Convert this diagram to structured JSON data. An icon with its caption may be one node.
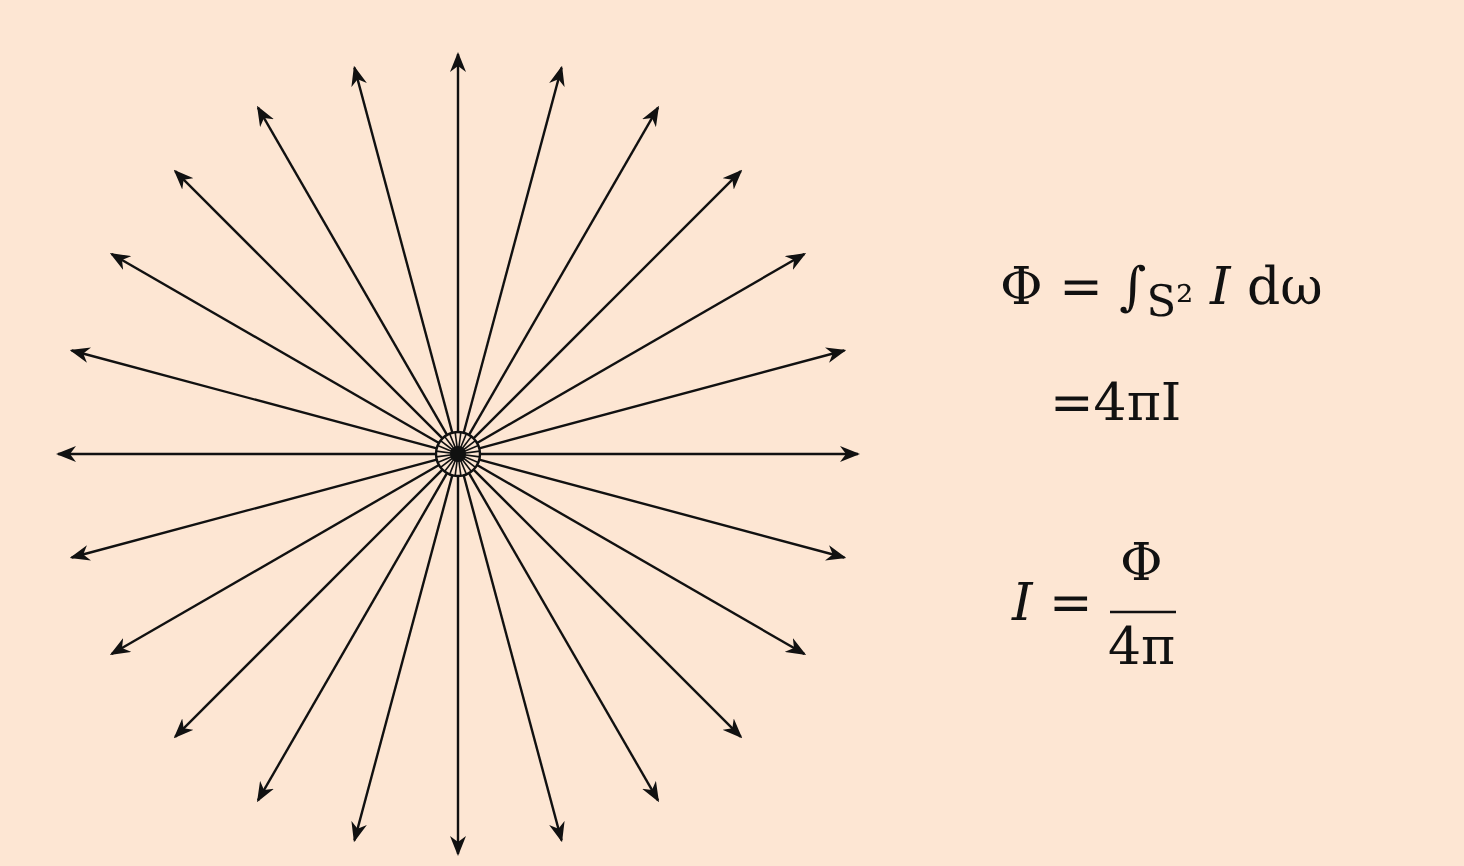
{
  "diagram": {
    "labels": [
      "Φ = ∫$_{S²}$ *I* dω",
      "=4πI",
      "*I* =",
      "Φ",
      "4π"
    ]
  }
}
